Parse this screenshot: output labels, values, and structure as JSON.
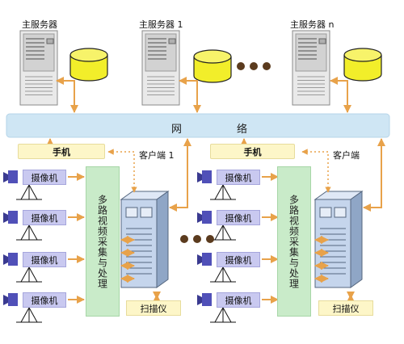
{
  "servers": [
    {
      "label": "主服务器"
    },
    {
      "label": "主服务器 1"
    },
    {
      "label": "主服务器 n"
    }
  ],
  "network": {
    "label_left": "网",
    "label_right": "络"
  },
  "clusters": [
    {
      "phone": "手机",
      "client": "客户端 1",
      "mux": "多路视频采集与处理",
      "cameras": [
        "摄像机",
        "摄像机",
        "摄像机",
        "摄像机"
      ],
      "scanner": "扫描仪"
    },
    {
      "phone": "手机",
      "client": "客户端",
      "mux": "多路视频采集与处理",
      "cameras": [
        "摄像机",
        "摄像机",
        "摄像机",
        "摄像机"
      ],
      "scanner": "扫描仪"
    }
  ],
  "colors": {
    "network": "#cfe6f4",
    "database": "#f2ee2a",
    "mux": "#c9ebc9",
    "camera_label": "#c9c9f0",
    "yellow_box": "#fdf6c8",
    "arrow": "#e8a24a",
    "dots": "#5b3b1e"
  }
}
